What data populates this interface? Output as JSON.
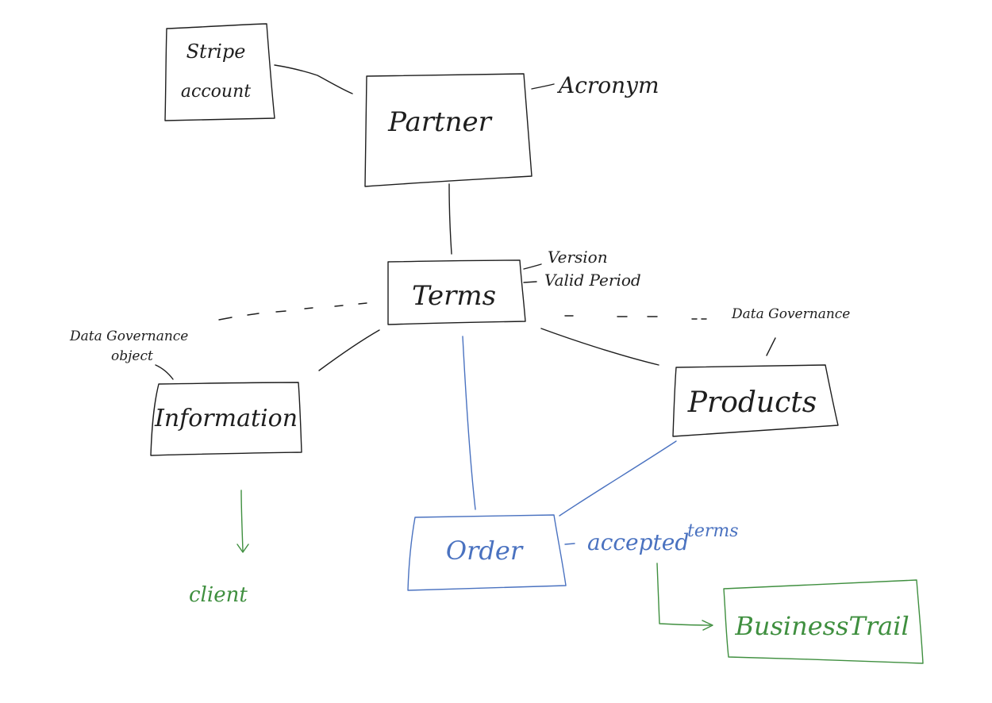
{
  "colors": {
    "black_ink": "#1e1e1e",
    "blue_ink": "#4a72c0",
    "green_ink": "#3f8f3f",
    "background": "#ffffff"
  },
  "entities": {
    "stripe_account": {
      "line1": "Stripe",
      "line2": "account"
    },
    "partner": {
      "label": "Partner"
    },
    "terms": {
      "label": "Terms"
    },
    "information": {
      "label": "Information"
    },
    "products": {
      "label": "Products"
    },
    "order": {
      "label": "Order"
    },
    "business_trail": {
      "label": "BusinessTrail"
    }
  },
  "annotations": {
    "acronym": "Acronym",
    "version": "Version",
    "valid_period": "Valid Period",
    "data_governance_object_line1": "Data Governance",
    "data_governance_object_line2": "object",
    "data_governance_right": "Data Governance",
    "accepted_terms_part1": "accepted",
    "accepted_terms_part2": "terms",
    "client": "client"
  }
}
